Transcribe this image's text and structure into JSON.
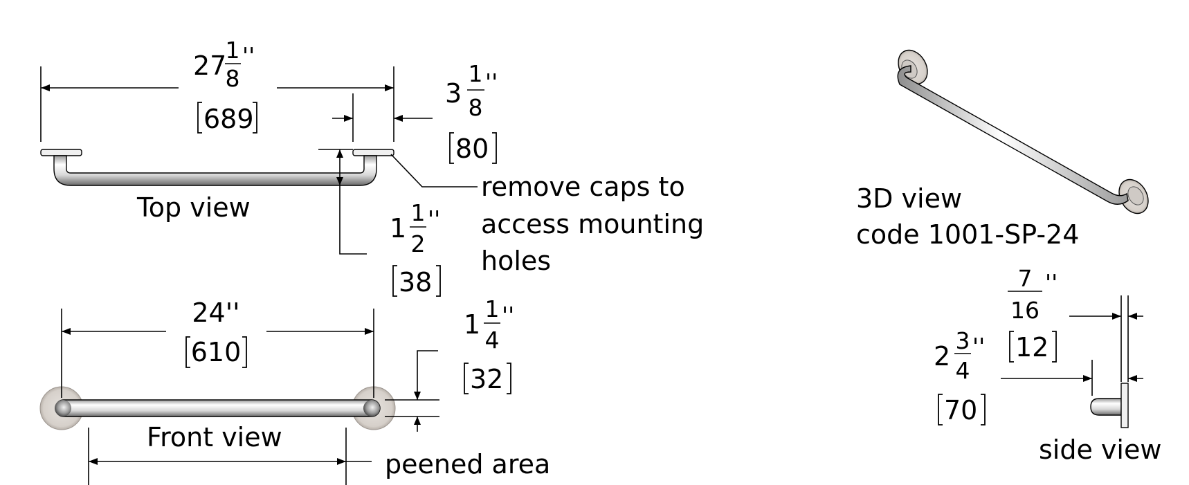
{
  "views": {
    "top": "Top view",
    "front": "Front view",
    "iso_title": "3D view",
    "iso_code": "code 1001-SP-24",
    "side": "side view"
  },
  "notes": {
    "caps_line1": "remove caps to",
    "caps_line2": "access mounting",
    "caps_line3": "holes",
    "peened": "peened area"
  },
  "dims": {
    "overall": {
      "whole": "27",
      "num": "1",
      "den": "8",
      "unit": "''",
      "mm": "689"
    },
    "flange": {
      "whole": "3",
      "num": "1",
      "den": "8",
      "unit": "''",
      "mm": "80"
    },
    "clearance": {
      "whole": "1",
      "num": "1",
      "den": "2",
      "unit": "''",
      "mm": "38"
    },
    "center": {
      "text": "24''",
      "mm": "610"
    },
    "diameter": {
      "whole": "1",
      "num": "1",
      "den": "4",
      "unit": "''",
      "mm": "32"
    },
    "flange_thk": {
      "num": "7",
      "den": "16",
      "unit": "''",
      "mm": "12"
    },
    "projection": {
      "whole": "2",
      "num": "3",
      "den": "4",
      "unit": "''",
      "mm": "70"
    }
  },
  "colors": {
    "line": "#000000",
    "flange_face": "#d9d4cf",
    "tube_light": "#ffffff",
    "tube_dark": "#8a8a8a"
  }
}
